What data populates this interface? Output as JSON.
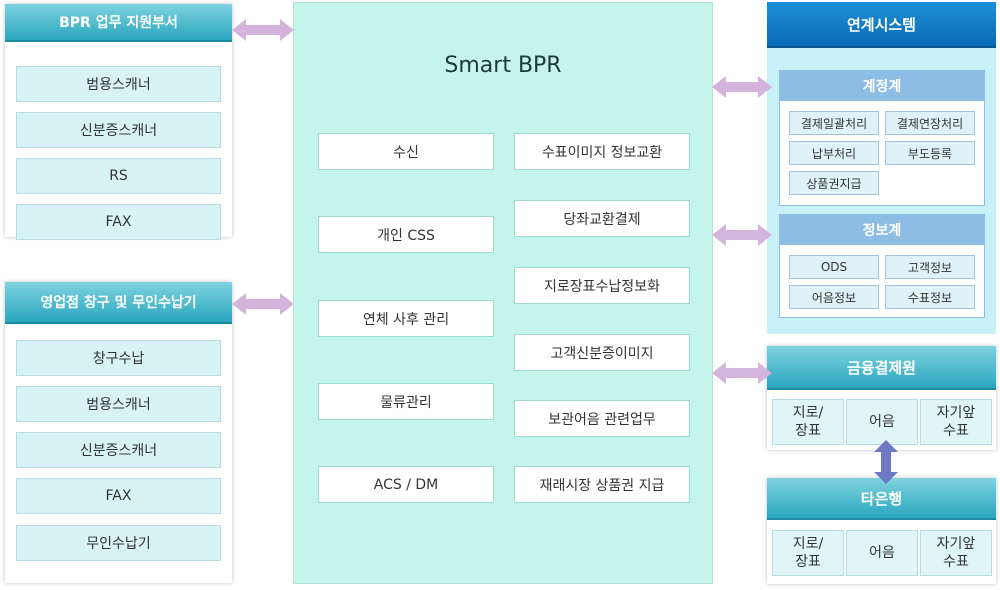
{
  "dept_panel": {
    "title": "BPR 업무 지원부서",
    "items": [
      "범용스캐너",
      "신분증스캐너",
      "RS",
      "FAX"
    ]
  },
  "branch_panel": {
    "title": "영업점 창구 및 무인수납기",
    "items": [
      "창구수납",
      "범용스캐너",
      "신분증스캐너",
      "FAX",
      "무인수납기"
    ]
  },
  "center": {
    "title": "Smart BPR",
    "left_functions": [
      "수신",
      "개인 CSS",
      "연체 사후 관리",
      "물류관리",
      "ACS / DM"
    ],
    "right_functions": [
      "수표이미지 정보교환",
      "당좌교환결제",
      "지로장표수납정보화",
      "고객신분증이미지",
      "보관어음 관련업무",
      "재래시장 상품권 지급"
    ]
  },
  "linked_systems": {
    "title": "연계시스템",
    "accounting": {
      "title": "계정계",
      "items": [
        "결제일괄처리",
        "결제연장처리",
        "납부처리",
        "부도등록",
        "상품권지급"
      ]
    },
    "information": {
      "title": "정보계",
      "items": [
        "ODS",
        "고객정보",
        "어음정보",
        "수표정보"
      ]
    }
  },
  "clearing_house": {
    "title": "금융결제원",
    "items": [
      "지로/\n장표",
      "어음",
      "자기앞\n수표"
    ]
  },
  "other_bank": {
    "title": "타은행",
    "items": [
      "지로/\n장표",
      "어음",
      "자기앞\n수표"
    ]
  },
  "colors": {
    "arrow": "#d4b3dc",
    "vertical_arrow": "#6f78c4",
    "teal_header": "#2aa6be",
    "blue_header": "#0a6bb5",
    "center_bg": "#c5f4ea"
  }
}
